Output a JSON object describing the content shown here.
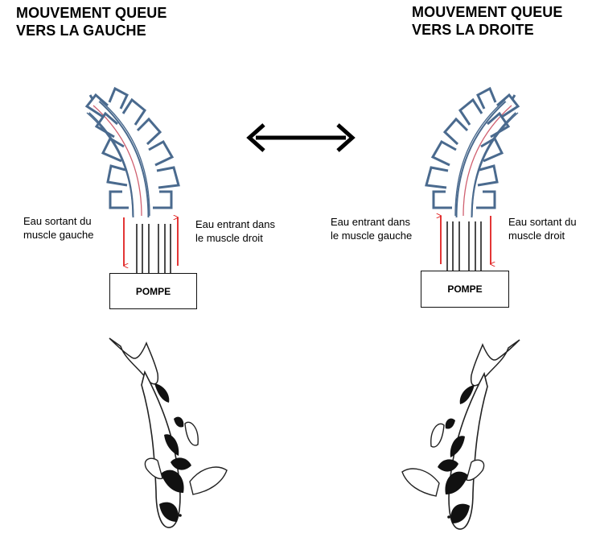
{
  "left_panel": {
    "title": "MOUVEMENT QUEUE\nVERS LA GAUCHE",
    "caption_out": "Eau sortant du\nmuscle gauche",
    "caption_in": "Eau entrant dans\nle muscle droit",
    "pump_label": "POMPE"
  },
  "right_panel": {
    "title": "MOUVEMENT QUEUE\nVERS LA DROITE",
    "caption_in": "Eau entrant dans\nle muscle gauche",
    "caption_out": "Eau sortant du\nmuscle droit",
    "pump_label": "POMPE"
  },
  "colors": {
    "tail_outline": "#4a6a8e",
    "flow_arrow": "#e02020",
    "center_line": "#d06070"
  },
  "icons": {
    "center": "double-headed-arrow-icon",
    "left_fish": "koi-fish-tail-left-icon",
    "right_fish": "koi-fish-tail-right-icon"
  }
}
